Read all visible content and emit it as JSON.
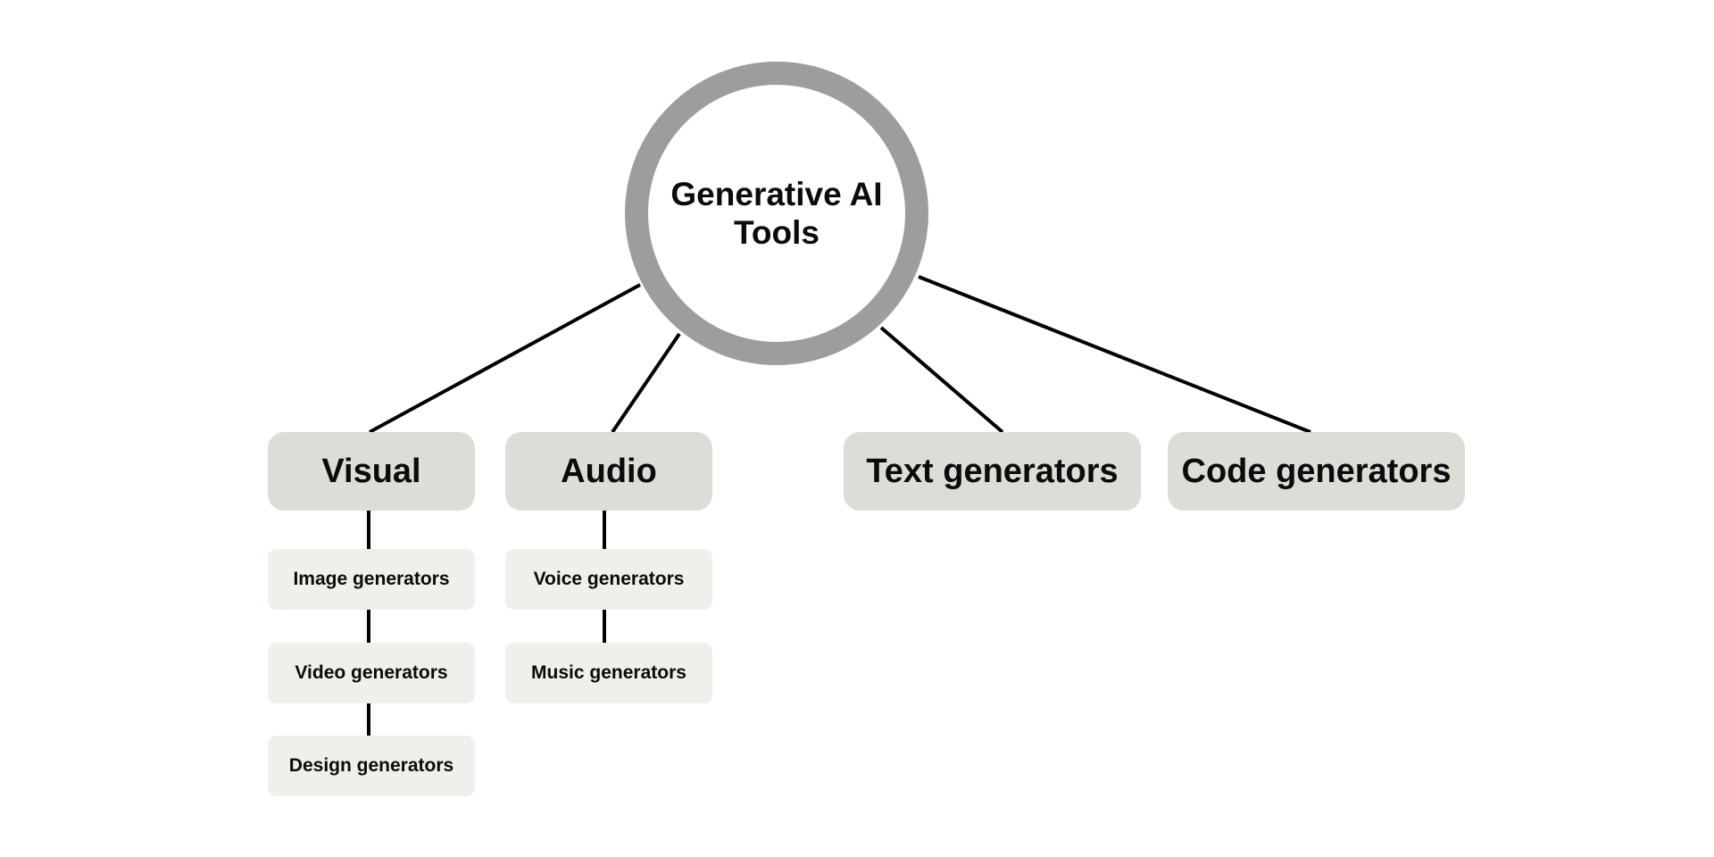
{
  "diagram": {
    "hub": {
      "label": "Generative AI Tools"
    },
    "categories": [
      {
        "label": "Visual",
        "children": [
          "Image generators",
          "Video generators",
          "Design generators"
        ]
      },
      {
        "label": "Audio",
        "children": [
          "Voice generators",
          "Music generators"
        ]
      },
      {
        "label": "Text generators",
        "children": []
      },
      {
        "label": "Code generators",
        "children": []
      }
    ]
  }
}
